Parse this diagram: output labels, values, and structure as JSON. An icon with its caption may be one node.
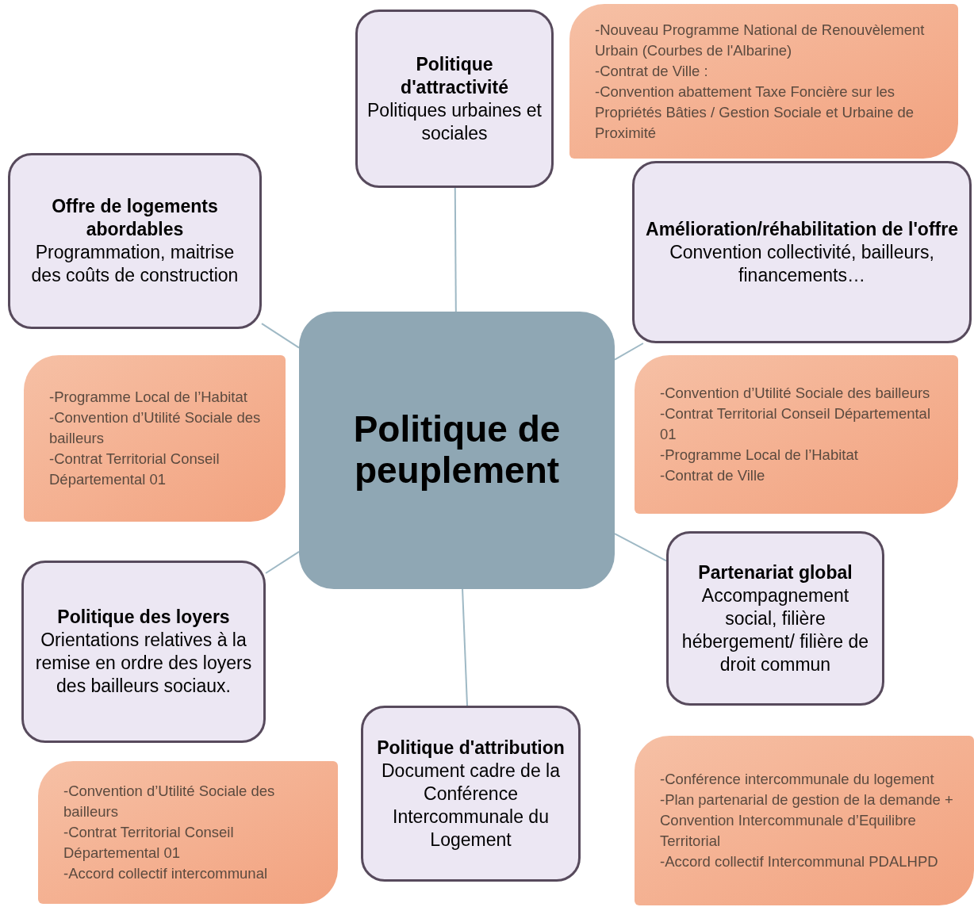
{
  "diagram": {
    "nodes": [
      {
        "text": [
          "Politique de peuplement"
        ]
      },
      {
        "text": [
          "Politique d'attractivité",
          "Politiques urbaines et sociales"
        ]
      },
      {
        "text": [
          "Offre de logements abordables",
          "Programmation, maitrise des coûts de construction"
        ]
      },
      {
        "text": [
          "Amélioration/réhabilitation de l'offre",
          "Convention collectivité, bailleurs, financements…"
        ]
      },
      {
        "text": [
          "Politique des loyers",
          "Orientations relatives à la remise en ordre des loyers des bailleurs sociaux."
        ]
      },
      {
        "text": [
          "Partenariat global",
          "Accompagnement social, filière hébergement/ filière de droit commun"
        ]
      },
      {
        "text": [
          "Politique d'attribution",
          "Document cadre de la Conférence Intercommunale du Logement"
        ]
      },
      {
        "text": [
          "-Nouveau Programme National de Renouvèlement Urbain (Courbes de l'Albarine)",
          "-Contrat de Ville :",
          "-Convention abattement Taxe Foncière sur les Propriétés  Bâties / Gestion Sociale et Urbaine de Proximité"
        ]
      },
      {
        "text": [
          "-Programme Local de l’Habitat",
          "-Convention d’Utilité Sociale des bailleurs",
          "-Contrat Territorial Conseil Départemental 01"
        ]
      },
      {
        "text": [
          "-Convention d’Utilité Sociale des bailleurs",
          "-Contrat Territorial Conseil Départemental 01",
          "-Programme Local de l’Habitat",
          "-Contrat de Ville"
        ]
      },
      {
        "text": [
          "-Convention d’Utilité Sociale des bailleurs",
          "-Contrat Territorial Conseil Départemental 01",
          "-Accord collectif intercommunal"
        ]
      },
      {
        "text": [
          "-Conférence intercommunale du logement",
          "-Plan partenarial de gestion de la demande + Convention Intercommunale d’Equilibre Territorial",
          "-Accord collectif Intercommunal PDALHPD"
        ]
      }
    ],
    "edges": [
      {
        "from": 0,
        "to": 1,
        "arrow": "none"
      },
      {
        "from": 0,
        "to": 2,
        "arrow": "none"
      },
      {
        "from": 0,
        "to": 3,
        "arrow": "none"
      },
      {
        "from": 0,
        "to": 4,
        "arrow": "none"
      },
      {
        "from": 0,
        "to": 5,
        "arrow": "none"
      },
      {
        "from": 0,
        "to": 6,
        "arrow": "none"
      }
    ]
  }
}
